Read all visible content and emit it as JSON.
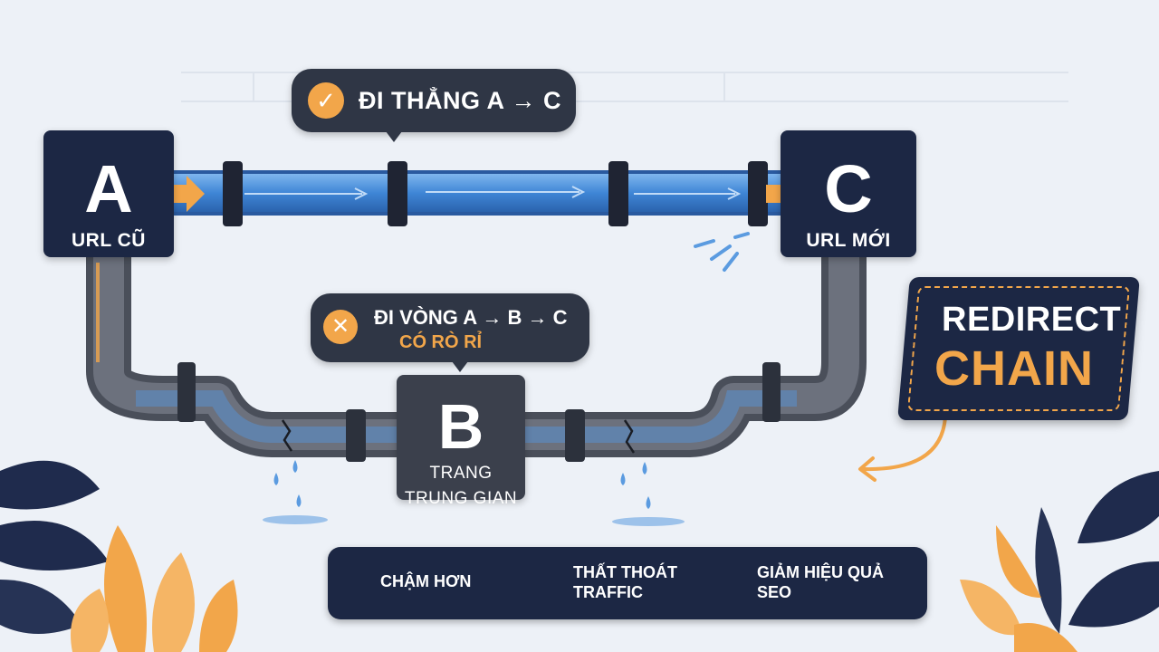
{
  "nodes": {
    "a": {
      "letter": "A",
      "caption": "URL CŨ"
    },
    "b": {
      "letter": "B",
      "caption_line1": "TRANG",
      "caption_line2": "TRUNG GIAN"
    },
    "c": {
      "letter": "C",
      "caption": "URL MỚI"
    }
  },
  "direct_path": {
    "label": "ĐI THẲNG A → C",
    "icon": "check-icon"
  },
  "chain_path": {
    "label": "ĐI VÒNG A → B → C",
    "sublabel": "CÓ RÒ RỈ",
    "icon": "x-icon"
  },
  "title": {
    "line1": "REDIRECT",
    "line2": "CHAIN"
  },
  "impacts": [
    {
      "icon": "clock-icon",
      "line1": "CHẬM HƠN"
    },
    {
      "icon": "drop-icon",
      "line1": "THẤT THOÁT",
      "line2": "TRAFFIC"
    },
    {
      "icon": "chart-down-icon",
      "line1": "GIẢM HIỆU QUẢ",
      "line2": "SEO"
    }
  ],
  "colors": {
    "navy": "#1c2744",
    "orange": "#f2a64a",
    "water": "#4a8fd8",
    "pipe_gray": "#5b606c",
    "background": "#edf1f7"
  }
}
